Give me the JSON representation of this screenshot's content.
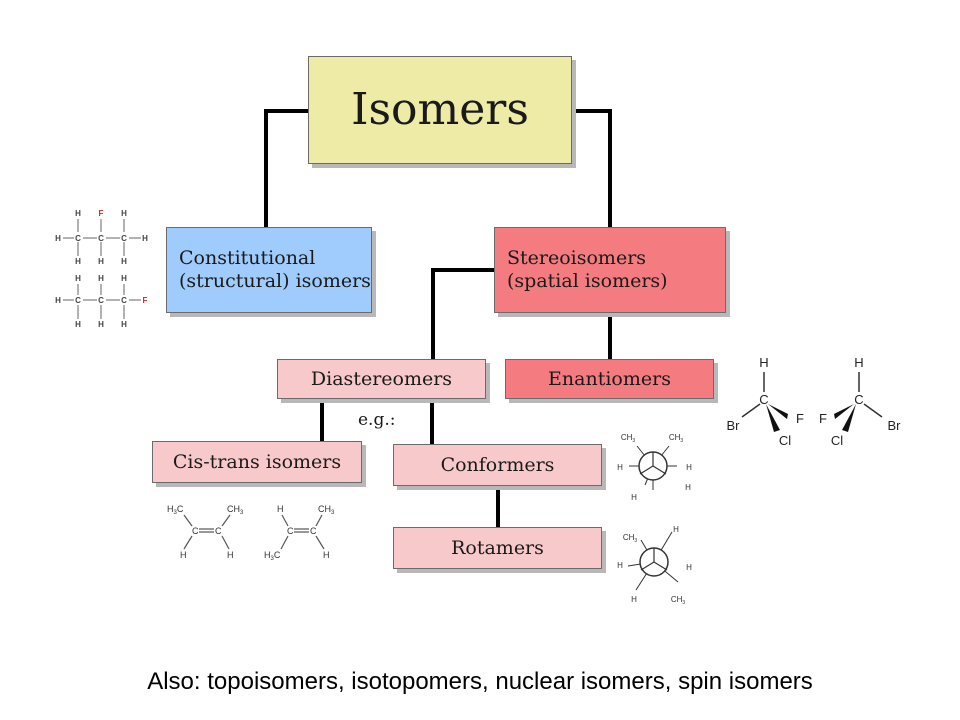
{
  "boxes": {
    "isomers": "Isomers",
    "constitutional": [
      "Constitutional",
      "(structural) isomers"
    ],
    "stereoisomers": [
      "Stereoisomers",
      "(spatial isomers)"
    ],
    "diastereomers": "Diastereomers",
    "enantiomers": "Enantiomers",
    "cis_trans": "Cis-trans isomers",
    "conformers": "Conformers",
    "rotamers": "Rotamers"
  },
  "example_label": "e.g.:",
  "footer": "Also: topoisomers, isotopomers, nuclear isomers, spin isomers",
  "atoms": {
    "H": "H",
    "C": "C",
    "F": "F",
    "Cl": "Cl",
    "Br": "Br",
    "CH3": "CH",
    "H3C": "H",
    "sub3": "3"
  },
  "colors": {
    "isomers": "#eeeba7",
    "constitutional": "#9fccfc",
    "stereo": "#f47b80",
    "diastereo": "#f8c9cb",
    "fluorine": "#e02020"
  }
}
